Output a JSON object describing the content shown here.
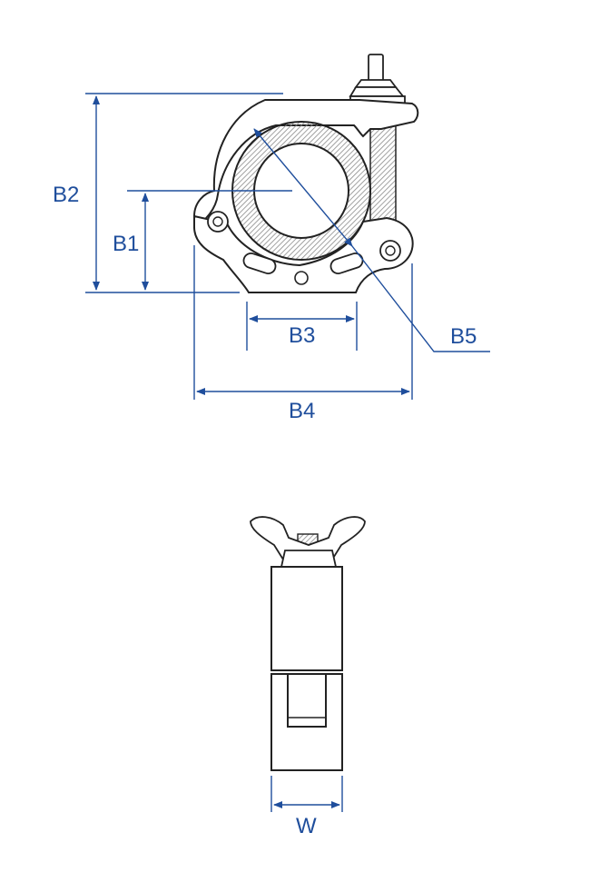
{
  "colors": {
    "dimension": "#1f4e9c",
    "outline": "#222222",
    "hatch": "#8a8a8a",
    "background": "#ffffff"
  },
  "side_view": {
    "dimensions": {
      "b1": "B1",
      "b2": "B2",
      "b3": "B3",
      "b4": "B4",
      "b5": "B5"
    }
  },
  "front_view": {
    "dimensions": {
      "w": "W"
    }
  }
}
